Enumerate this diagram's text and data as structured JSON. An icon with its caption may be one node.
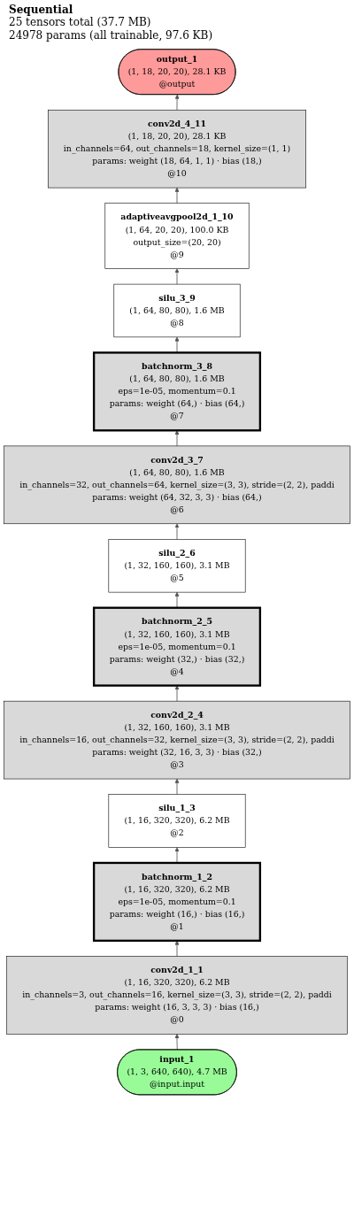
{
  "diagram": {
    "title": "Sequential",
    "labels": [
      "25 tensors total (37.7 MB)",
      "24978 params (all trainable, 97.6 KB)"
    ],
    "nodes": [
      {
        "text": [
          "output_1",
          "(1, 18, 20, 20), 28.1 KB",
          "@output"
        ]
      },
      {
        "text": [
          "conv2d_4_11",
          "(1, 18, 20, 20), 28.1 KB",
          "in_channels=64, out_channels=18, kernel_size=(1, 1)",
          "params: weight (18, 64, 1, 1) · bias (18,)",
          "@10"
        ]
      },
      {
        "text": [
          "adaptiveavgpool2d_1_10",
          "(1, 64, 20, 20), 100.0 KB",
          "output_size=(20, 20)",
          "@9"
        ]
      },
      {
        "text": [
          "silu_3_9",
          "(1, 64, 80, 80), 1.6 MB",
          "@8"
        ]
      },
      {
        "text": [
          "batchnorm_3_8",
          "(1, 64, 80, 80), 1.6 MB",
          "eps=1e-05, momentum=0.1",
          "params: weight (64,) · bias (64,)",
          "@7"
        ]
      },
      {
        "text": [
          "conv2d_3_7",
          "(1, 64, 80, 80), 1.6 MB",
          "in_channels=32, out_channels=64, kernel_size=(3, 3), stride=(2, 2), paddi",
          "params: weight (64, 32, 3, 3) · bias (64,)",
          "@6"
        ]
      },
      {
        "text": [
          "silu_2_6",
          "(1, 32, 160, 160), 3.1 MB",
          "@5"
        ]
      },
      {
        "text": [
          "batchnorm_2_5",
          "(1, 32, 160, 160), 3.1 MB",
          "eps=1e-05, momentum=0.1",
          "params: weight (32,) · bias (32,)",
          "@4"
        ]
      },
      {
        "text": [
          "conv2d_2_4",
          "(1, 32, 160, 160), 3.1 MB",
          "in_channels=16, out_channels=32, kernel_size=(3, 3), stride=(2, 2), paddi",
          "params: weight (32, 16, 3, 3) · bias (32,)",
          "@3"
        ]
      },
      {
        "text": [
          "silu_1_3",
          "(1, 16, 320, 320), 6.2 MB",
          "@2"
        ]
      },
      {
        "text": [
          "batchnorm_1_2",
          "(1, 16, 320, 320), 6.2 MB",
          "eps=1e-05, momentum=0.1",
          "params: weight (16,) · bias (16,)",
          "@1"
        ]
      },
      {
        "text": [
          "conv2d_1_1",
          "(1, 16, 320, 320), 6.2 MB",
          "in_channels=3, out_channels=16, kernel_size=(3, 3), stride=(2, 2), paddi",
          "params: weight (16, 3, 3, 3) · bias (16,)",
          "@0"
        ]
      },
      {
        "text": [
          "input_1",
          "(1, 3, 640, 640), 4.7 MB",
          "@input.input"
        ]
      }
    ],
    "edges": [
      {
        "from": 12,
        "to": 11,
        "arrow": "to"
      },
      {
        "from": 11,
        "to": 10,
        "arrow": "to"
      },
      {
        "from": 10,
        "to": 9,
        "arrow": "to"
      },
      {
        "from": 9,
        "to": 8,
        "arrow": "to"
      },
      {
        "from": 8,
        "to": 7,
        "arrow": "to"
      },
      {
        "from": 7,
        "to": 6,
        "arrow": "to"
      },
      {
        "from": 6,
        "to": 5,
        "arrow": "to"
      },
      {
        "from": 5,
        "to": 4,
        "arrow": "to"
      },
      {
        "from": 4,
        "to": 3,
        "arrow": "to"
      },
      {
        "from": 3,
        "to": 2,
        "arrow": "to"
      },
      {
        "from": 2,
        "to": 1,
        "arrow": "to"
      },
      {
        "from": 1,
        "to": 0,
        "arrow": "to"
      }
    ]
  }
}
